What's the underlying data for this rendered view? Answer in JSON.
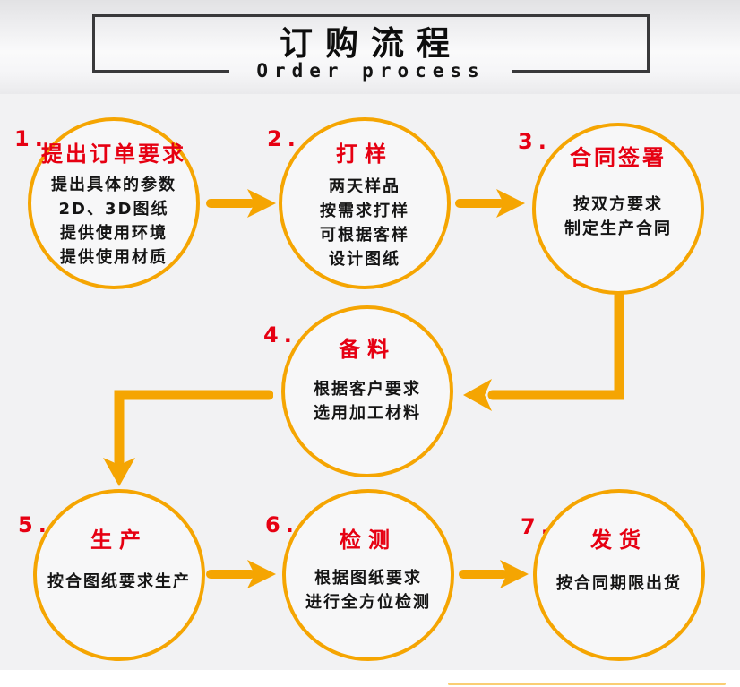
{
  "header": {
    "title": "订购流程",
    "subtitle": "Order process"
  },
  "steps": [
    {
      "number": "1.",
      "title": "提出订单要求",
      "lines": [
        "提出具体的参数",
        "2D、3D图纸",
        "提供使用环境",
        "提供使用材质"
      ]
    },
    {
      "number": "2.",
      "title": "打样",
      "lines": [
        "两天样品",
        "按需求打样",
        "可根据客样",
        "设计图纸"
      ]
    },
    {
      "number": "3.",
      "title": "合同签署",
      "lines": [
        "按双方要求",
        "制定生产合同"
      ]
    },
    {
      "number": "4.",
      "title": "备料",
      "lines": [
        "根据客户要求",
        "选用加工材料"
      ]
    },
    {
      "number": "5.",
      "title": "生产",
      "lines": [
        "按合图纸要求生产"
      ]
    },
    {
      "number": "6.",
      "title": "检测",
      "lines": [
        "根据图纸要求",
        "进行全方位检测"
      ]
    },
    {
      "number": "7.",
      "title": "发货",
      "lines": [
        "按合同期限出货"
      ]
    }
  ],
  "flow": [
    "step1->step2",
    "step2->step3",
    "step3->step4",
    "step4->step5",
    "step5->step6",
    "step6->step7"
  ],
  "colors": {
    "accent_orange": "#F5A502",
    "step_red": "#E60012",
    "body_text": "#151515",
    "box_border": "#39393B",
    "canvas_bg": "#F2F2F3"
  }
}
